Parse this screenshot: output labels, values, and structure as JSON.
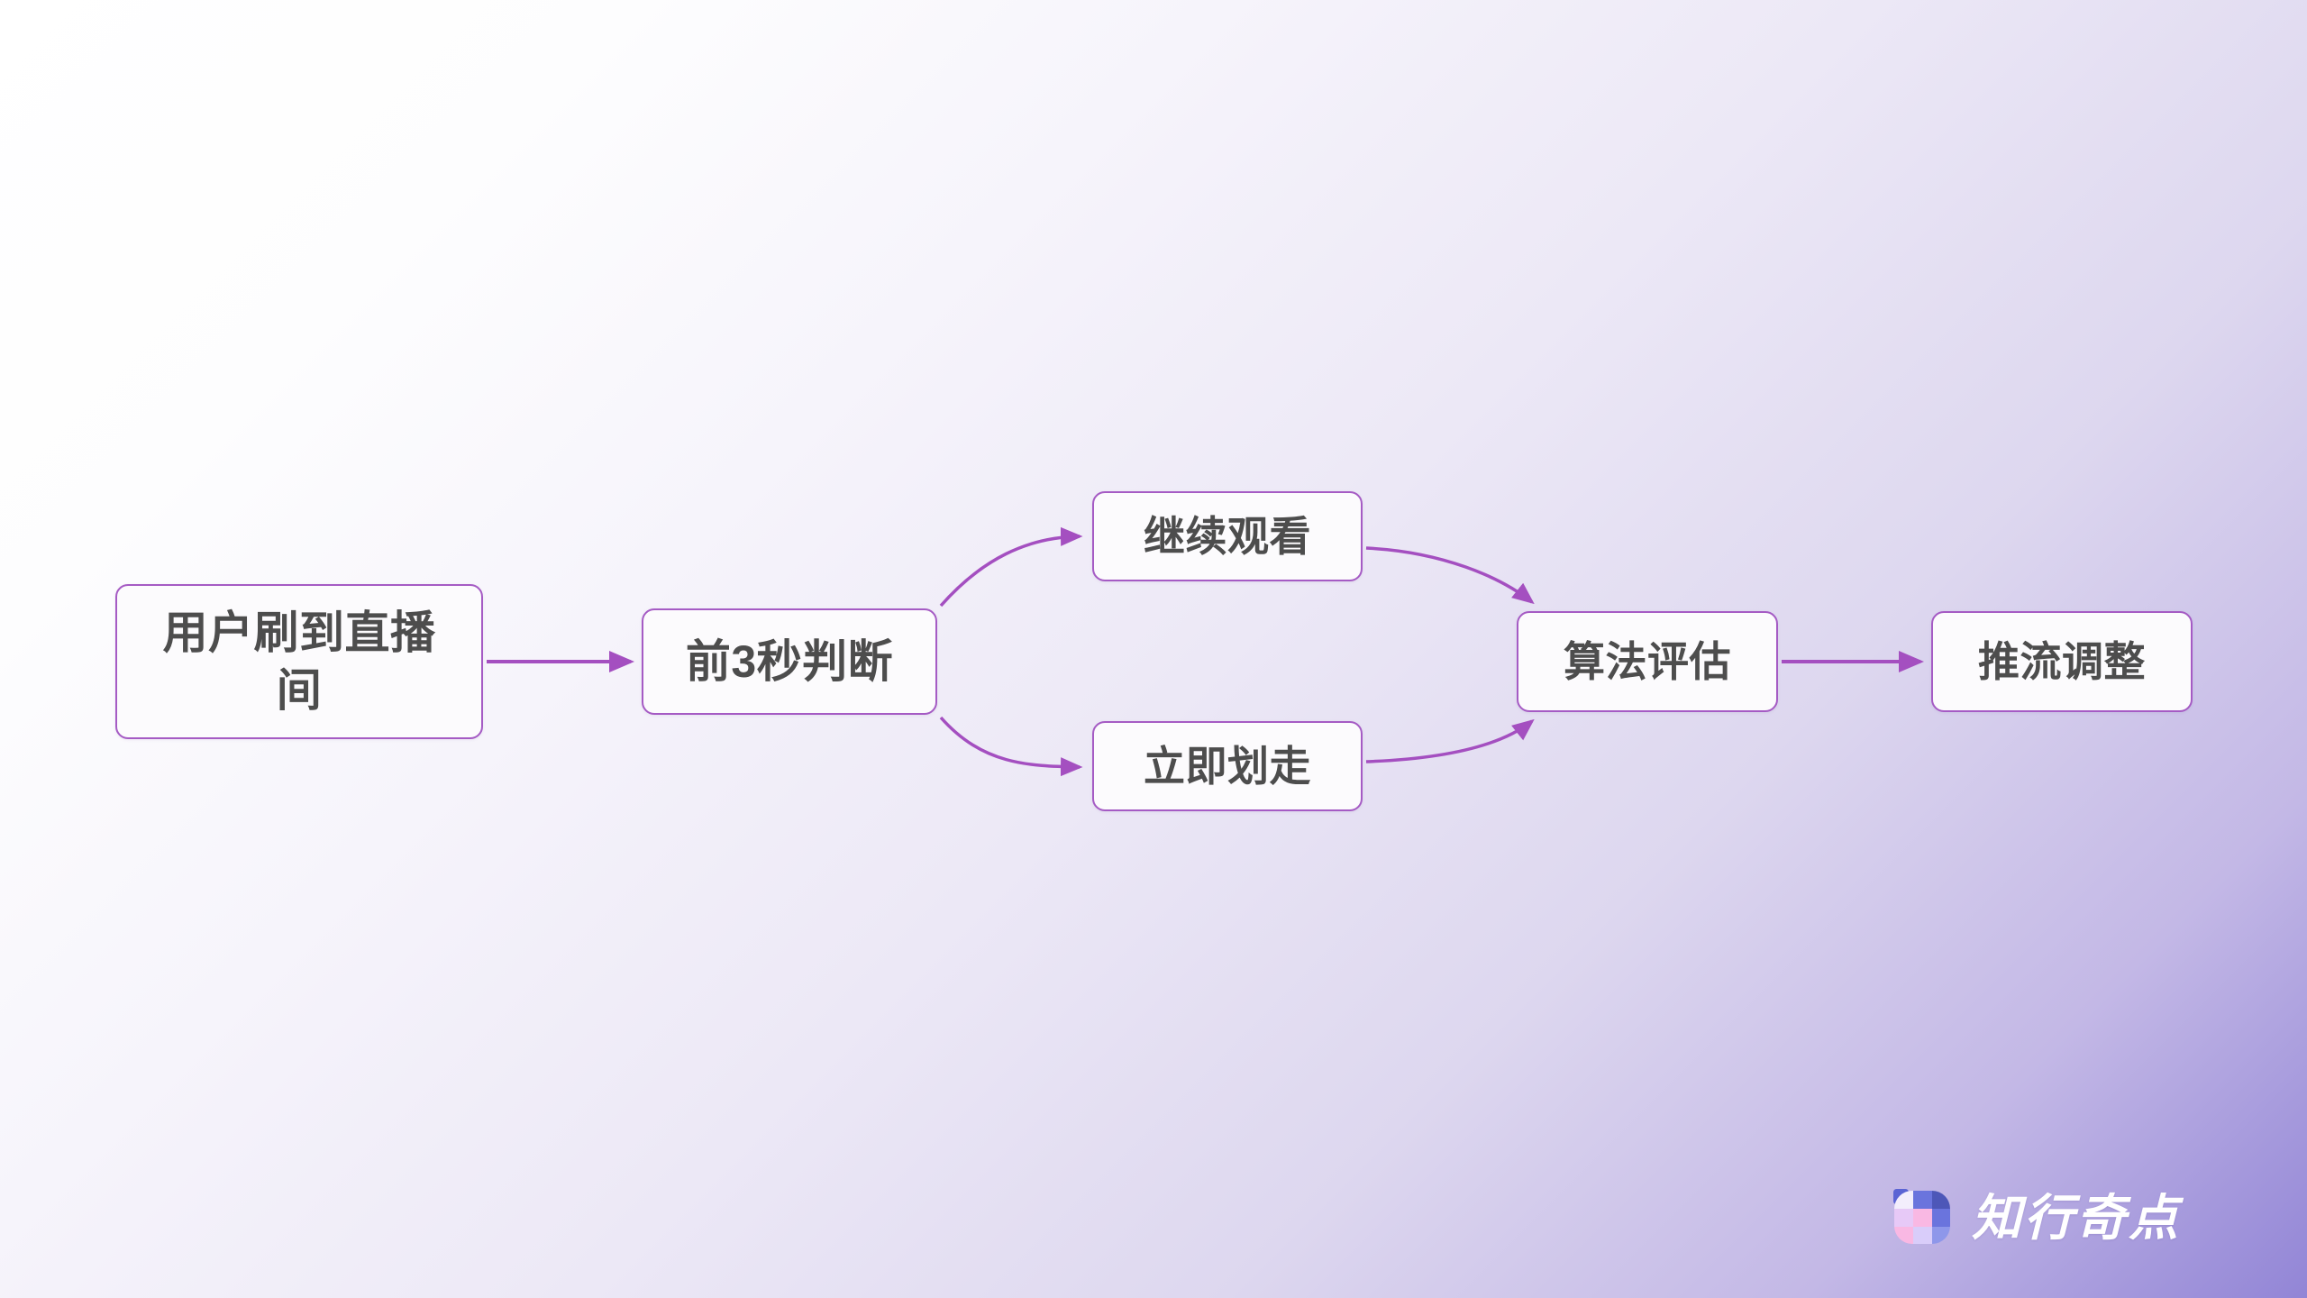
{
  "diagram": {
    "type": "flowchart",
    "orientation": "left-to-right",
    "theme": {
      "background_gradient_from": "#ffffff",
      "background_gradient_to": "#9285d6",
      "node_fill": "#fcfbfd",
      "node_border": "#a55bc4",
      "node_text": "#4d4d4d",
      "edge_color": "#a44fc0"
    },
    "nodes": [
      {
        "id": "start",
        "label": "用户刷到直播\n间",
        "shape": "rounded-rectangle"
      },
      {
        "id": "judge",
        "label": "前3秒判断",
        "shape": "rounded-rectangle"
      },
      {
        "id": "watch",
        "label": "继续观看",
        "shape": "rounded-rectangle"
      },
      {
        "id": "swipe",
        "label": "立即划走",
        "shape": "rounded-rectangle"
      },
      {
        "id": "algo",
        "label": "算法评估",
        "shape": "rounded-rectangle"
      },
      {
        "id": "push",
        "label": "推流调整",
        "shape": "rounded-rectangle"
      }
    ],
    "edges": [
      {
        "from": "start",
        "to": "judge",
        "style": "straight",
        "arrow": "end",
        "label": ""
      },
      {
        "from": "judge",
        "to": "watch",
        "style": "curved",
        "arrow": "end",
        "label": ""
      },
      {
        "from": "judge",
        "to": "swipe",
        "style": "curved",
        "arrow": "end",
        "label": ""
      },
      {
        "from": "watch",
        "to": "algo",
        "style": "curved",
        "arrow": "end",
        "label": ""
      },
      {
        "from": "swipe",
        "to": "algo",
        "style": "curved",
        "arrow": "end",
        "label": ""
      },
      {
        "from": "algo",
        "to": "push",
        "style": "straight",
        "arrow": "end",
        "label": ""
      }
    ]
  },
  "watermark": {
    "brand": "知行奇点",
    "logo_icon": "squares-logo-icon",
    "logo_colors": [
      "#5b64d4",
      "#6a74dd",
      "#4d57b8",
      "#e7c9f7",
      "#f9b8e3",
      "#f9b8e3",
      "#d9cdfa",
      "#8e97ea"
    ]
  }
}
